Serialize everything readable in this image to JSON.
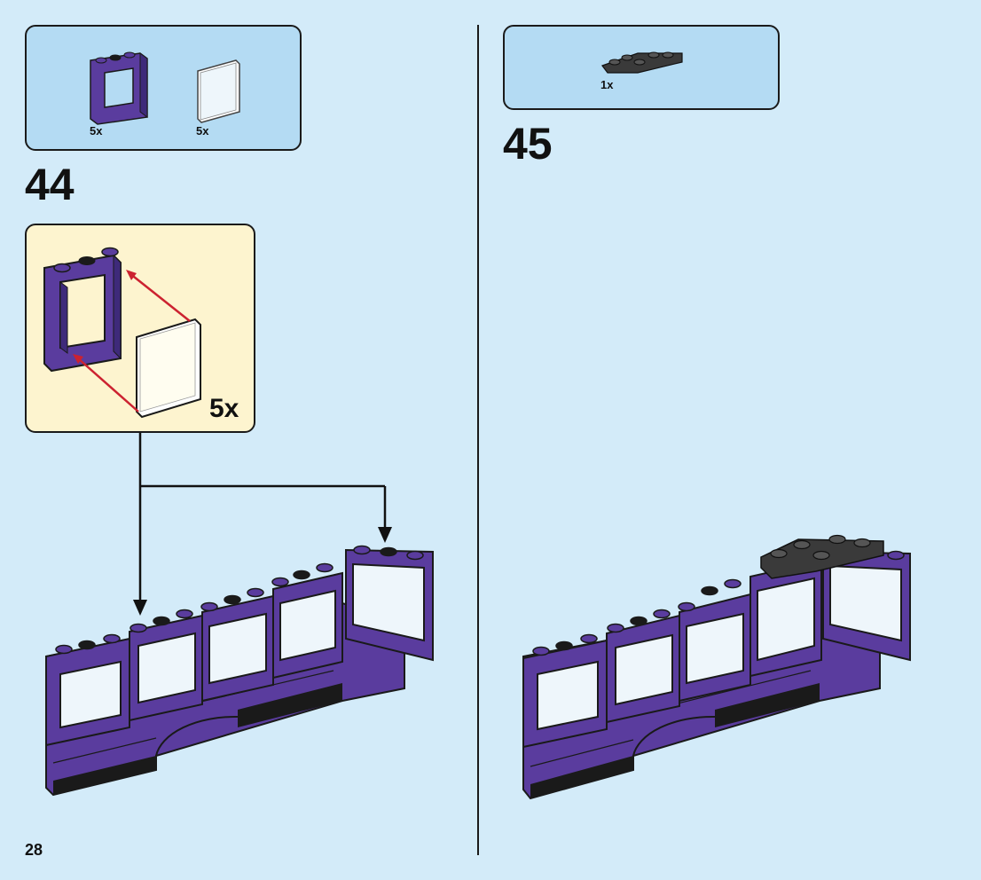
{
  "page": {
    "number": "28"
  },
  "step44": {
    "number": "44",
    "parts": [
      {
        "name": "window-frame",
        "qty": "5x"
      },
      {
        "name": "window-glass",
        "qty": "5x"
      }
    ],
    "subassembly_qty": "5x"
  },
  "step45": {
    "number": "45",
    "parts": [
      {
        "name": "dark-grey-plate",
        "qty": "1x"
      }
    ]
  },
  "colors": {
    "background": "#d3ebf9",
    "parts_box": "#b4dbf3",
    "subassembly_box": "#fdf4cf",
    "purple": "#5a3c9e",
    "dark_purple": "#3e2a7a",
    "arrow_red": "#cc2230",
    "glass": "#eef6fb"
  }
}
